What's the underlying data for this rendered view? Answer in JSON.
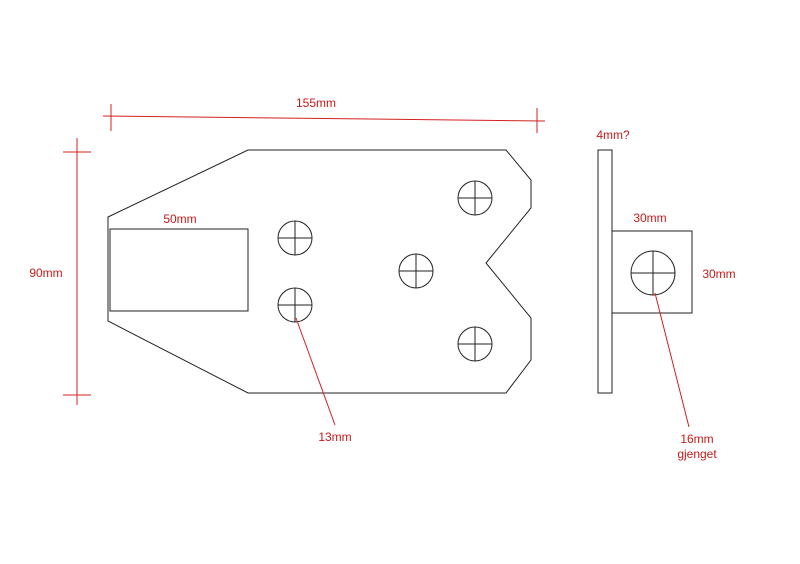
{
  "colors": {
    "outline": "#222222",
    "dimension": "#d42020",
    "dimension_text": "#c41a1a",
    "background": "#ffffff"
  },
  "plate": {
    "width_label": "155mm",
    "height_label": "90mm",
    "slot_label": "50mm",
    "hole_label": "13mm",
    "hole_count": 5
  },
  "side_view": {
    "thickness_label": "4mm?",
    "block_width_label": "30mm",
    "block_height_label": "30mm",
    "thread_label_line1": "16mm",
    "thread_label_line2": "gjenget"
  }
}
